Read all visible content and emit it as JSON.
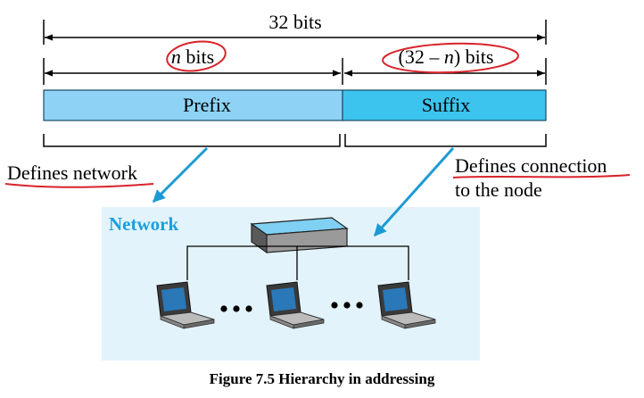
{
  "labels": {
    "total_bits": "32 bits",
    "prefix_bits_var": "n",
    "prefix_bits_unit": "bits",
    "suffix_bits_expr": "(32 – ",
    "suffix_bits_var": "n",
    "suffix_bits_close": ")",
    "suffix_bits_unit": "bits",
    "prefix": "Prefix",
    "suffix": "Suffix",
    "defines_network": "Defines network",
    "defines_connection_line1": "Defines connection",
    "defines_connection_line2": "to the node",
    "network": "Network",
    "caption": "Figure 7.5 Hierarchy in addressing"
  },
  "colors": {
    "prefix_fill": "#8ed3f5",
    "suffix_fill": "#3cc4ee",
    "network_bg": "#e3f3fb",
    "arrow_blue": "#1c9ad6",
    "annotation_red": "#d8232a",
    "network_label": "#1aa0dc",
    "switch_top": "#7fd0f3"
  },
  "icons": {
    "switch": "network-switch-icon",
    "laptop": "laptop-icon"
  }
}
